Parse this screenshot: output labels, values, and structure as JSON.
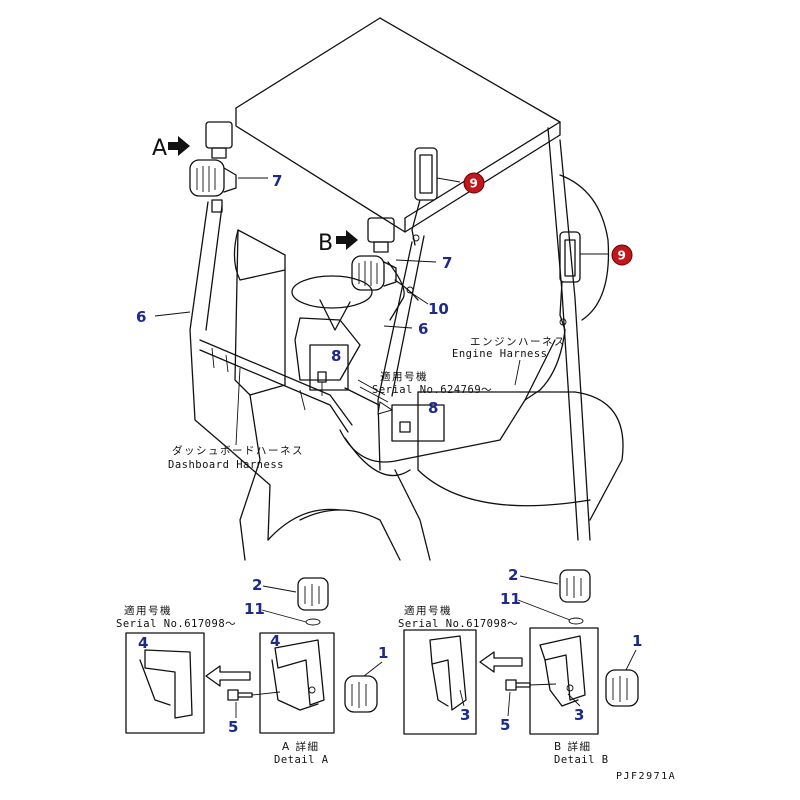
{
  "callouts": {
    "c7a": "7",
    "c7b": "7",
    "c9a": "9",
    "c9b": "9",
    "c10": "10",
    "c6a": "6",
    "c6b": "6",
    "c8a": "8",
    "c8b": "8",
    "dA_2": "2",
    "dA_11": "11",
    "dA_4a": "4",
    "dA_4b": "4",
    "dA_1": "1",
    "dA_5": "5",
    "dB_2": "2",
    "dB_11": "11",
    "dB_1": "1",
    "dB_3a": "3",
    "dB_3b": "3",
    "dB_5": "5"
  },
  "view_labels": {
    "a": "A",
    "b": "B"
  },
  "labels": {
    "engine_harness_jp": "エンジンハーネス",
    "engine_harness_en": "Engine Harness",
    "dashboard_harness_jp": "ダッシュボードハーネス",
    "dashboard_harness_en": "Dashboard Harness",
    "serial_main_jp": "適用号機",
    "serial_main_en": "Serial No.624769～",
    "serial_a_jp": "適用号機",
    "serial_a_en": "Serial No.617098～",
    "serial_b_jp": "適用号機",
    "serial_b_en": "Serial No.617098～",
    "detail_a_jp": "A 詳細",
    "detail_a_en": "Detail A",
    "detail_b_jp": "B 詳細",
    "detail_b_en": "Detail B",
    "drawing_code": "PJF2971A"
  },
  "colors": {
    "callout": "#1c2a8c",
    "badge": "#c0161c",
    "line": "#111111"
  }
}
